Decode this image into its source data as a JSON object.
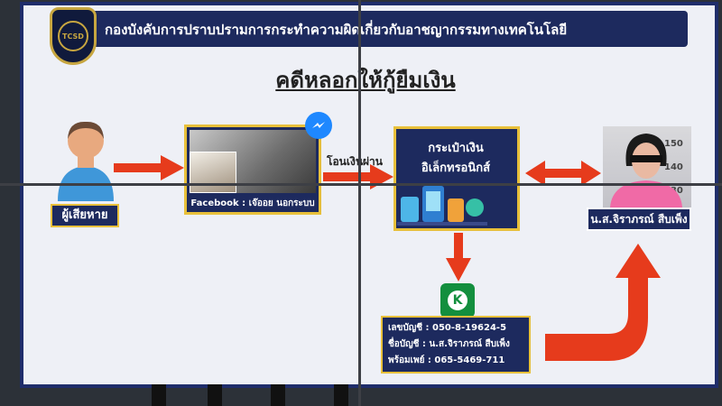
{
  "header": {
    "title": "กองบังคับการปราบปรามการกระทำความผิดเกี่ยวกับอาชญากรรมทางเทคโนโลยี",
    "logo_text": "TCSD"
  },
  "page_title": "คดีหลอกให้กู้ยืมเงิน",
  "victim": {
    "label": "ผู้เสียหาย",
    "icon": "person-icon"
  },
  "facebook": {
    "label": "Facebook : เจ๊ออย นอกระบบ",
    "icon": "messenger-icon"
  },
  "transfer_label": "โอนเงินผ่าน",
  "wallet": {
    "line1": "กระเป๋าเงิน",
    "line2": "อิเล็กทรอนิกส์"
  },
  "suspect": {
    "label": "น.ส.จิราภรณ์ สืบเพ็ง",
    "height_marks": [
      "150",
      "140",
      "130"
    ]
  },
  "bank": {
    "icon": "kasikorn-bank-icon",
    "account_no": "เลขบัญชี : 050-8-19624-5",
    "account_name": "ชื่อบัญชี : น.ส.จิราภรณ์ สืบเพ็ง",
    "promptpay": "พร้อมเพย์ : 065-5469-711"
  },
  "colors": {
    "navy": "#1d2a5e",
    "gold": "#e8c03a",
    "arrow_red": "#e63b1c",
    "screen_bg": "#eef0f6"
  }
}
